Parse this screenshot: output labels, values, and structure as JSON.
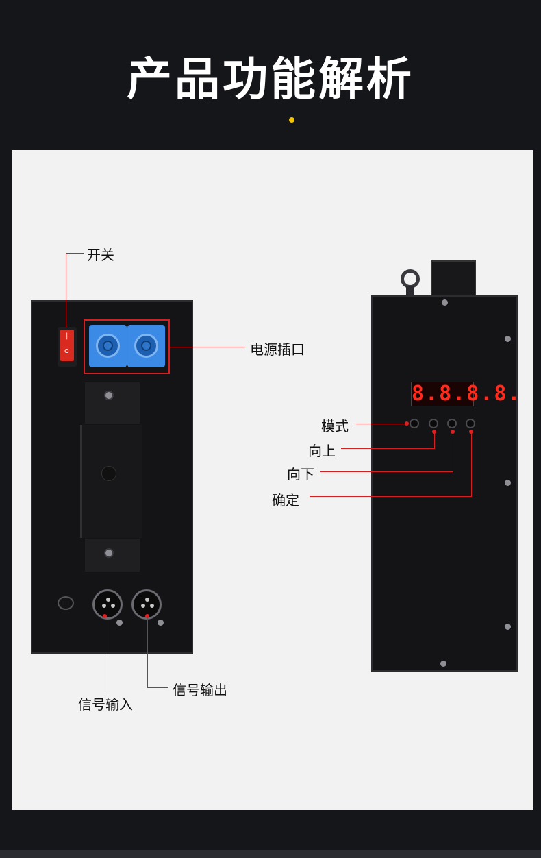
{
  "header": {
    "title": "产品功能解析",
    "accent_color": "#f5c400"
  },
  "display": {
    "readout": "8.8.8.8."
  },
  "callouts": {
    "switch": "开关",
    "power_socket": "电源插口",
    "mode": "模式",
    "up": "向上",
    "down": "向下",
    "confirm": "确定",
    "signal_in": "信号输入",
    "signal_out": "信号输出"
  },
  "colors": {
    "callout_line": "#d42020",
    "powercon": "#3b8be6",
    "display_digits": "#ff2b1c",
    "rocker": "#d82a1e"
  }
}
